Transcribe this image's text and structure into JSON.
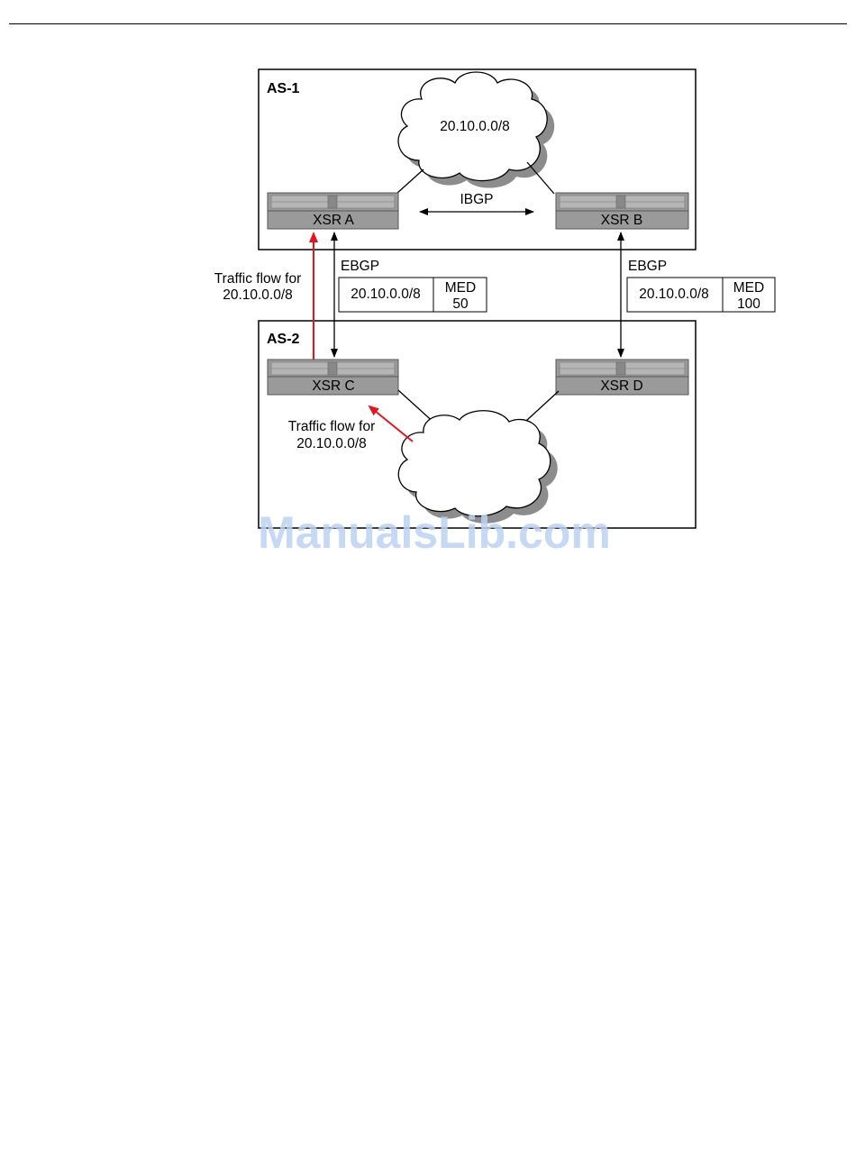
{
  "diagram": {
    "as1_label": "AS-1",
    "as2_label": "AS-2",
    "as1_cloud_label": "20.10.0.0/8",
    "routers": {
      "a": "XSR A",
      "b": "XSR B",
      "c": "XSR C",
      "d": "XSR D"
    },
    "ibgp_label": "IBGP",
    "ebgp_left_label": "EBGP",
    "ebgp_right_label": "EBGP",
    "med_left": {
      "prefix": "20.10.0.0/8",
      "med_label": "MED",
      "med_value": "50"
    },
    "med_right": {
      "prefix": "20.10.0.0/8",
      "med_label": "MED",
      "med_value": "100"
    },
    "traffic_left": {
      "line1": "Traffic flow for",
      "line2": "20.10.0.0/8"
    },
    "traffic_inner": {
      "line1": "Traffic flow for",
      "line2": "20.10.0.0/8"
    },
    "colors": {
      "traffic_arrow": "#e8141c",
      "router_fill": "#9a9a9a",
      "cloud_shadow": "#8c8c8c"
    }
  },
  "watermark": "ManualsLib.com"
}
